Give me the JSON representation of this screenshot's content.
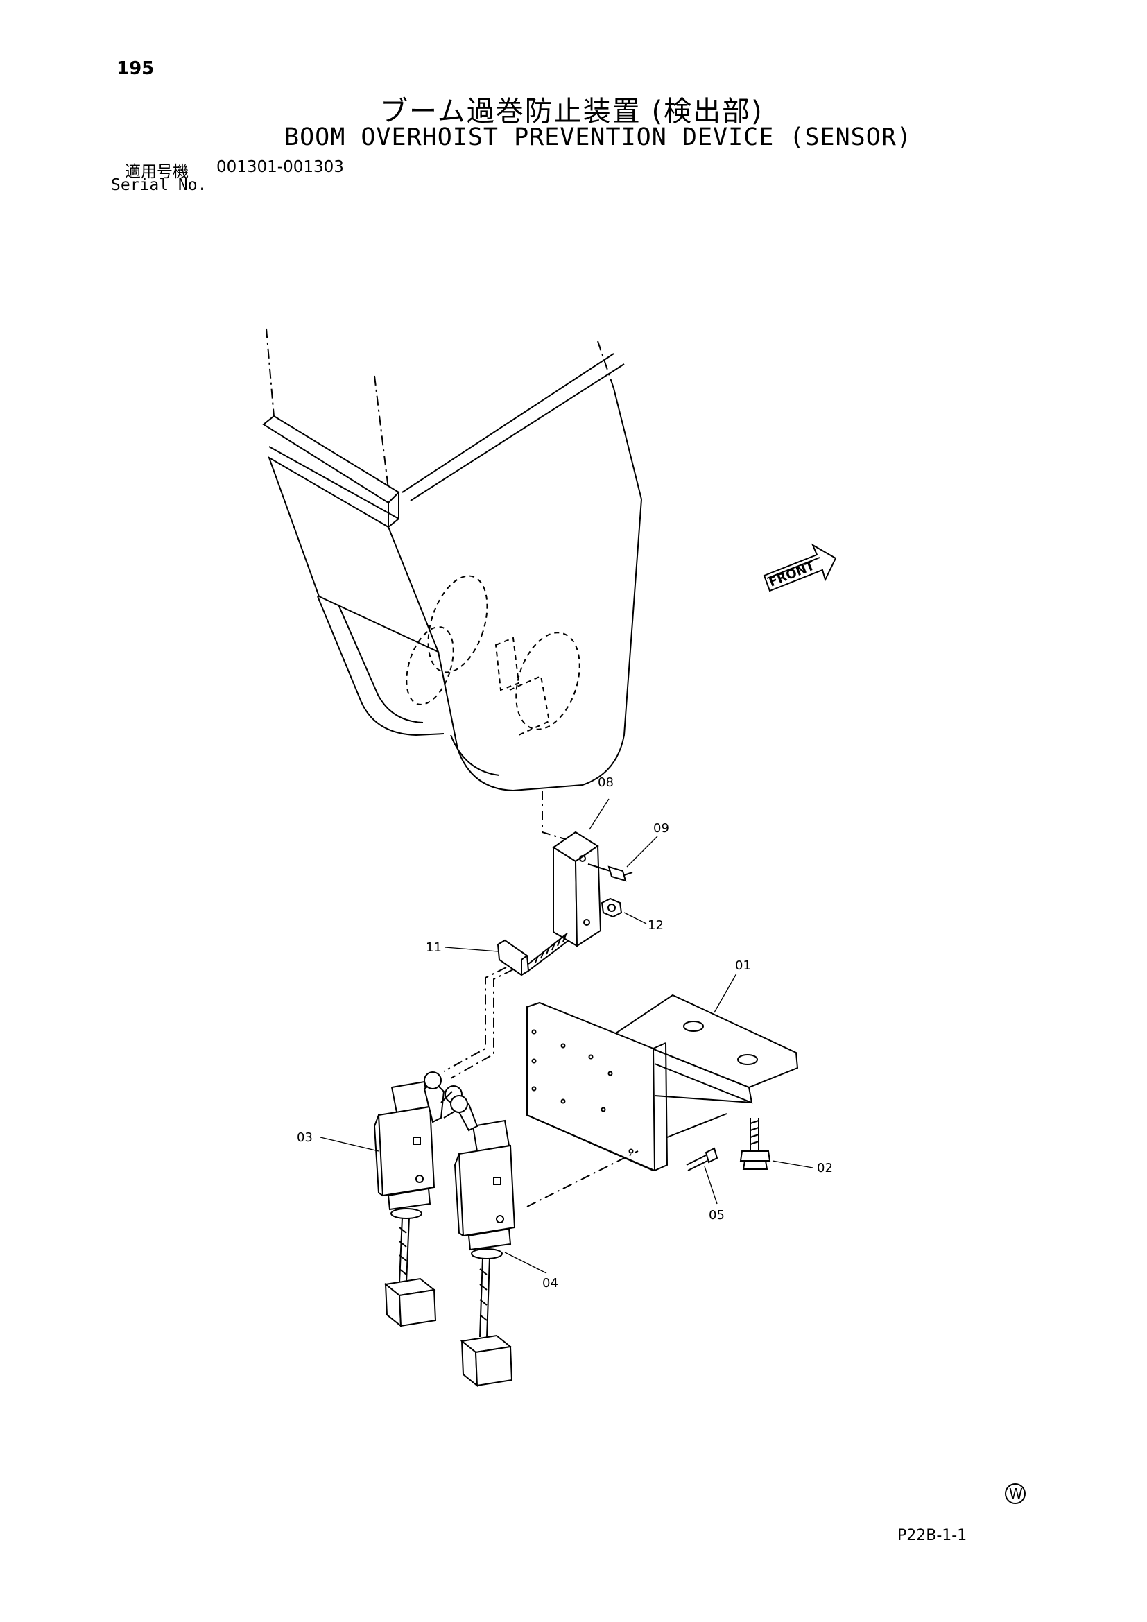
{
  "header": {
    "page_number": "195",
    "title_jp": "ブーム過巻防止装置 (検出部)",
    "title_en": "BOOM OVERHOIST PREVENTION DEVICE (SENSOR)",
    "serial_label_jp": "適用号機",
    "serial_value": "001301-001303",
    "serial_label_en": "Serial No."
  },
  "diagram": {
    "front_arrow_label": "FRONT",
    "callouts": {
      "p01": "01",
      "p02": "02",
      "p03": "03",
      "p04": "04",
      "p05": "05",
      "p08": "08",
      "p09": "09",
      "p11": "11",
      "p12": "12"
    }
  },
  "footer": {
    "symbol": "W",
    "page_code": "P22B-1-1"
  }
}
